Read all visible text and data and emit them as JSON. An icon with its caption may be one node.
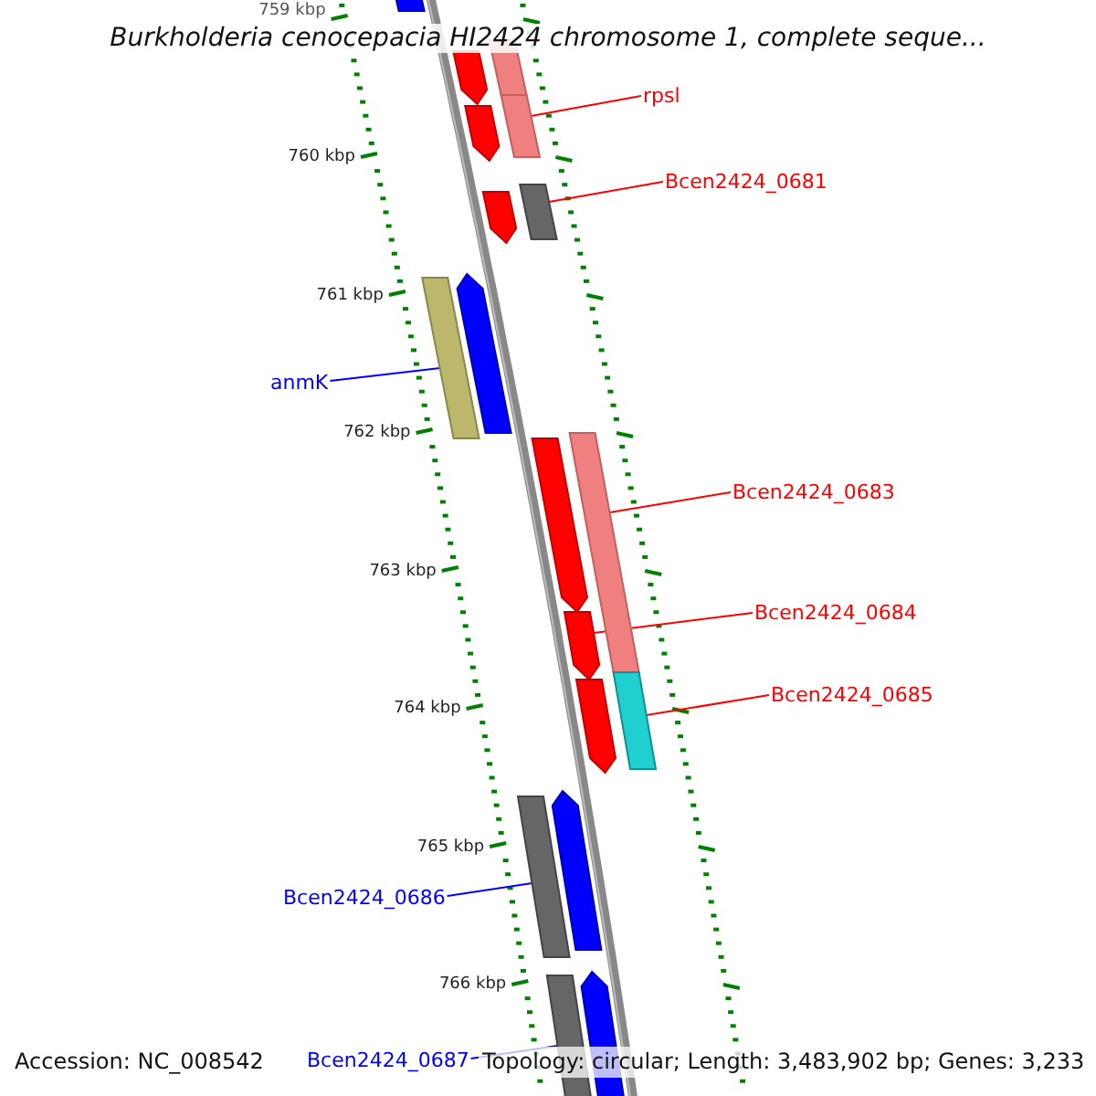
{
  "diagram": {
    "title": "Burkholderia cenocepacia HI2424 chromosome 1, complete seque...",
    "nodes": [
      {
        "text": [],
        "shape": "bar"
      },
      {
        "text": [],
        "shape": "bar"
      },
      {
        "text": [],
        "shape": "pentagon"
      },
      {
        "text": [
          "rpsl"
        ]
      },
      {
        "text": [],
        "shape": "bar"
      },
      {
        "text": [],
        "shape": "pentagon"
      },
      {
        "text": [
          "Bcen2424_0681"
        ]
      },
      {
        "text": [],
        "shape": "bar"
      },
      {
        "text": [],
        "shape": "pentagon"
      },
      {
        "text": [],
        "shape": "pentagon"
      },
      {
        "text": [],
        "shape": "bar"
      },
      {
        "text": [
          "anmK"
        ]
      },
      {
        "text": [],
        "shape": "bar"
      },
      {
        "text": [],
        "shape": "pentagon"
      },
      {
        "text": [
          "Bcen2424_0683"
        ]
      },
      {
        "text": [
          "Bcen2424_0684"
        ]
      },
      {
        "text": [],
        "shape": "pentagon"
      },
      {
        "text": [],
        "shape": "bar"
      },
      {
        "text": [],
        "shape": "pentagon"
      },
      {
        "text": [
          "Bcen2424_0685"
        ]
      },
      {
        "text": [],
        "shape": "pentagon"
      },
      {
        "text": [],
        "shape": "bar"
      },
      {
        "text": [
          "Bcen2424_0686"
        ]
      },
      {
        "text": [],
        "shape": "pentagon"
      },
      {
        "text": [],
        "shape": "bar"
      },
      {
        "text": [
          "Bcen2424_0687"
        ]
      }
    ],
    "edges": [
      {
        "from": 3,
        "to": 4,
        "arrow": "none"
      },
      {
        "from": 6,
        "to": 7,
        "arrow": "none"
      },
      {
        "from": 11,
        "to": 10,
        "arrow": "none",
        "color": "#0000ff"
      },
      {
        "from": 14,
        "to": 12,
        "arrow": "none"
      },
      {
        "from": 15,
        "to": 16,
        "arrow": "none"
      },
      {
        "from": 19,
        "to": 17,
        "arrow": "none"
      },
      {
        "from": 22,
        "to": 21,
        "arrow": "none",
        "color": "#0000ff"
      },
      {
        "from": 25,
        "to": 24,
        "arrow": "none",
        "color": "#0000ff"
      }
    ],
    "labels": [
      "759 kbp",
      "760 kbp",
      "761 kbp",
      "762 kbp",
      "763 kbp",
      "764 kbp",
      "765 kbp",
      "766 kbp",
      "Accession: NC_008542",
      "Topology: circular; Length: 3,483,902 bp; Genes: 3,233"
    ]
  }
}
